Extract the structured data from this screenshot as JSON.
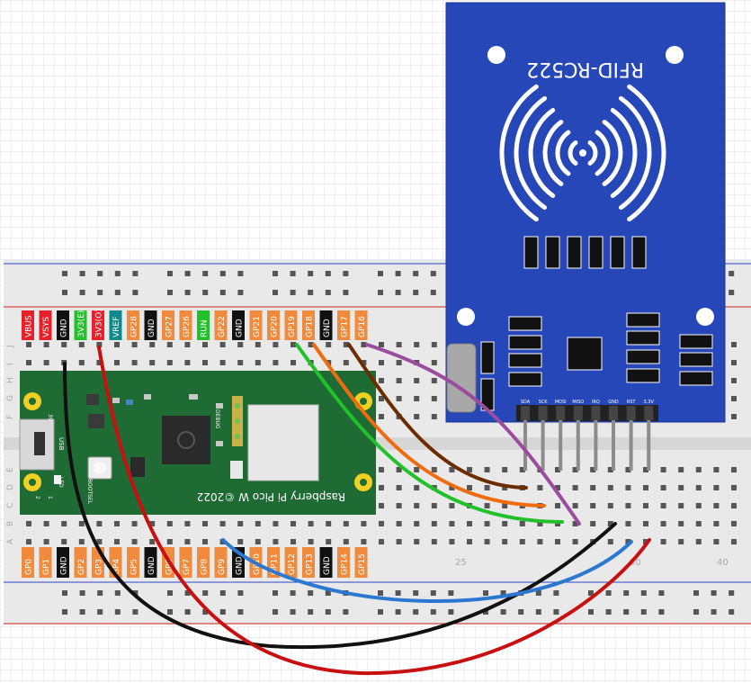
{
  "pico": {
    "top_pins": [
      {
        "label": "VBUS",
        "color": "#e8202a"
      },
      {
        "label": "VSYS",
        "color": "#e8202a"
      },
      {
        "label": "GND",
        "color": "#111111"
      },
      {
        "label": "3V3(E)",
        "color": "#22c02a"
      },
      {
        "label": "3V3(O)",
        "color": "#e8202a"
      },
      {
        "label": "VREF",
        "color": "#0e8a8a"
      },
      {
        "label": "GP28",
        "color": "#f08a3c"
      },
      {
        "label": "GND",
        "color": "#111111"
      },
      {
        "label": "GP27",
        "color": "#f08a3c"
      },
      {
        "label": "GP26",
        "color": "#f08a3c"
      },
      {
        "label": "RUN",
        "color": "#22c02a"
      },
      {
        "label": "GP22",
        "color": "#f08a3c"
      },
      {
        "label": "GND",
        "color": "#111111"
      },
      {
        "label": "GP21",
        "color": "#f08a3c"
      },
      {
        "label": "GP20",
        "color": "#f08a3c"
      },
      {
        "label": "GP19",
        "color": "#f08a3c"
      },
      {
        "label": "GP18",
        "color": "#f08a3c"
      },
      {
        "label": "GND",
        "color": "#111111"
      },
      {
        "label": "GP17",
        "color": "#f08a3c"
      },
      {
        "label": "GP16",
        "color": "#f08a3c"
      }
    ],
    "bottom_pins": [
      {
        "label": "GP0",
        "color": "#f08a3c"
      },
      {
        "label": "GP1",
        "color": "#f08a3c"
      },
      {
        "label": "GND",
        "color": "#111111"
      },
      {
        "label": "GP2",
        "color": "#f08a3c"
      },
      {
        "label": "GP3",
        "color": "#f08a3c"
      },
      {
        "label": "GP4",
        "color": "#f08a3c"
      },
      {
        "label": "GP5",
        "color": "#f08a3c"
      },
      {
        "label": "GND",
        "color": "#111111"
      },
      {
        "label": "GP6",
        "color": "#f08a3c"
      },
      {
        "label": "GP7",
        "color": "#f08a3c"
      },
      {
        "label": "GP8",
        "color": "#f08a3c"
      },
      {
        "label": "GP9",
        "color": "#f08a3c"
      },
      {
        "label": "GND",
        "color": "#111111"
      },
      {
        "label": "GP10",
        "color": "#f08a3c"
      },
      {
        "label": "GP11",
        "color": "#f08a3c"
      },
      {
        "label": "GP12",
        "color": "#f08a3c"
      },
      {
        "label": "GP13",
        "color": "#f08a3c"
      },
      {
        "label": "GND",
        "color": "#111111"
      },
      {
        "label": "GP14",
        "color": "#f08a3c"
      },
      {
        "label": "GP15",
        "color": "#f08a3c"
      }
    ],
    "board_text": "Raspberry Pi Pico W ©2022",
    "usb_label": "USB",
    "led_label": "LED",
    "bootsel_label": "BOOTSEL",
    "debug_label": "DEBUG",
    "pin_number_39": "39",
    "pin_number_1": "1",
    "pin_number_2": "2",
    "board_color": "#1e6b34"
  },
  "rfid": {
    "title": "RFID-RC522",
    "pins": [
      "SDA",
      "SCK",
      "MOSI",
      "MISO",
      "IRQ",
      "GND",
      "RST",
      "3.3V"
    ],
    "board_color": "#2547b8"
  },
  "breadboard": {
    "row_letters": [
      "J",
      "I",
      "H",
      "G",
      "F",
      "E",
      "D",
      "C",
      "B",
      "A"
    ],
    "column_numbers": [
      "25",
      "30",
      "40"
    ]
  },
  "wires": [
    {
      "name": "black",
      "color": "#111111"
    },
    {
      "name": "red",
      "color": "#c81010"
    },
    {
      "name": "green",
      "color": "#22c02a"
    },
    {
      "name": "orange",
      "color": "#ef6c0e"
    },
    {
      "name": "brown",
      "color": "#6b2c00"
    },
    {
      "name": "purple",
      "color": "#9a4c9e"
    },
    {
      "name": "blue",
      "color": "#2b78d0"
    }
  ]
}
